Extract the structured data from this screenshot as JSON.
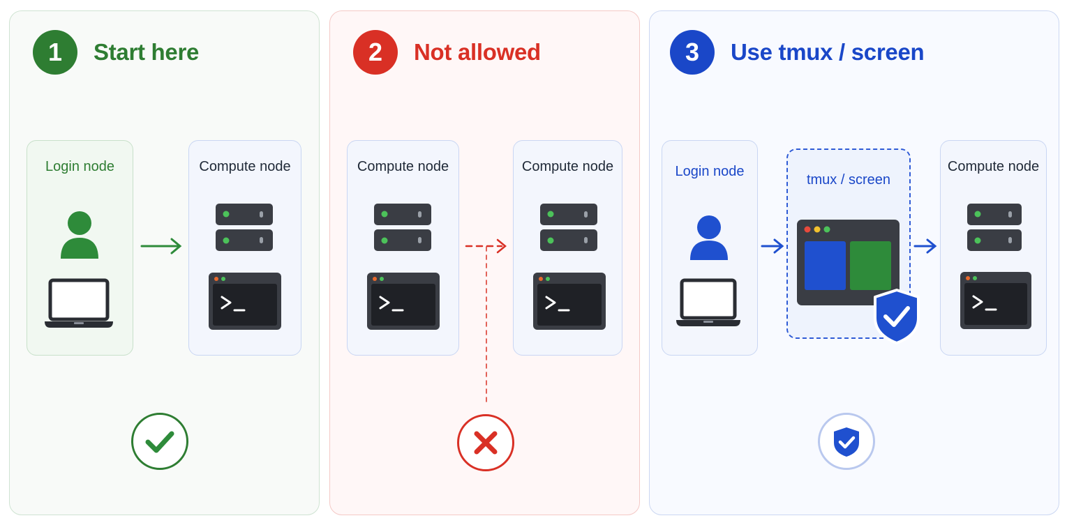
{
  "steps": [
    {
      "number": "1",
      "title": "Start here",
      "color": "#2e7d32"
    },
    {
      "number": "2",
      "title": "Not allowed",
      "color": "#d93025"
    },
    {
      "number": "3",
      "title": "Use tmux / screen",
      "color": "#1a47c8"
    }
  ],
  "panel1": {
    "left_node": "Login node",
    "right_node": "Compute node"
  },
  "panel2": {
    "left_node": "Compute node",
    "right_node": "Compute node"
  },
  "panel3": {
    "left_node": "Login node",
    "middle_node": "tmux / screen",
    "right_node": "Compute node"
  },
  "icons": {
    "panel1": [
      "user-icon",
      "laptop-icon",
      "arrow-right-icon",
      "server-icon",
      "terminal-icon",
      "check-circle-icon"
    ],
    "panel2": [
      "server-icon",
      "terminal-icon",
      "dashed-arrow-icon",
      "x-circle-icon"
    ],
    "panel3": [
      "user-icon",
      "laptop-icon",
      "arrow-right-icon",
      "window-icon",
      "shield-check-icon",
      "server-icon",
      "terminal-icon",
      "shield-circle-icon"
    ]
  }
}
